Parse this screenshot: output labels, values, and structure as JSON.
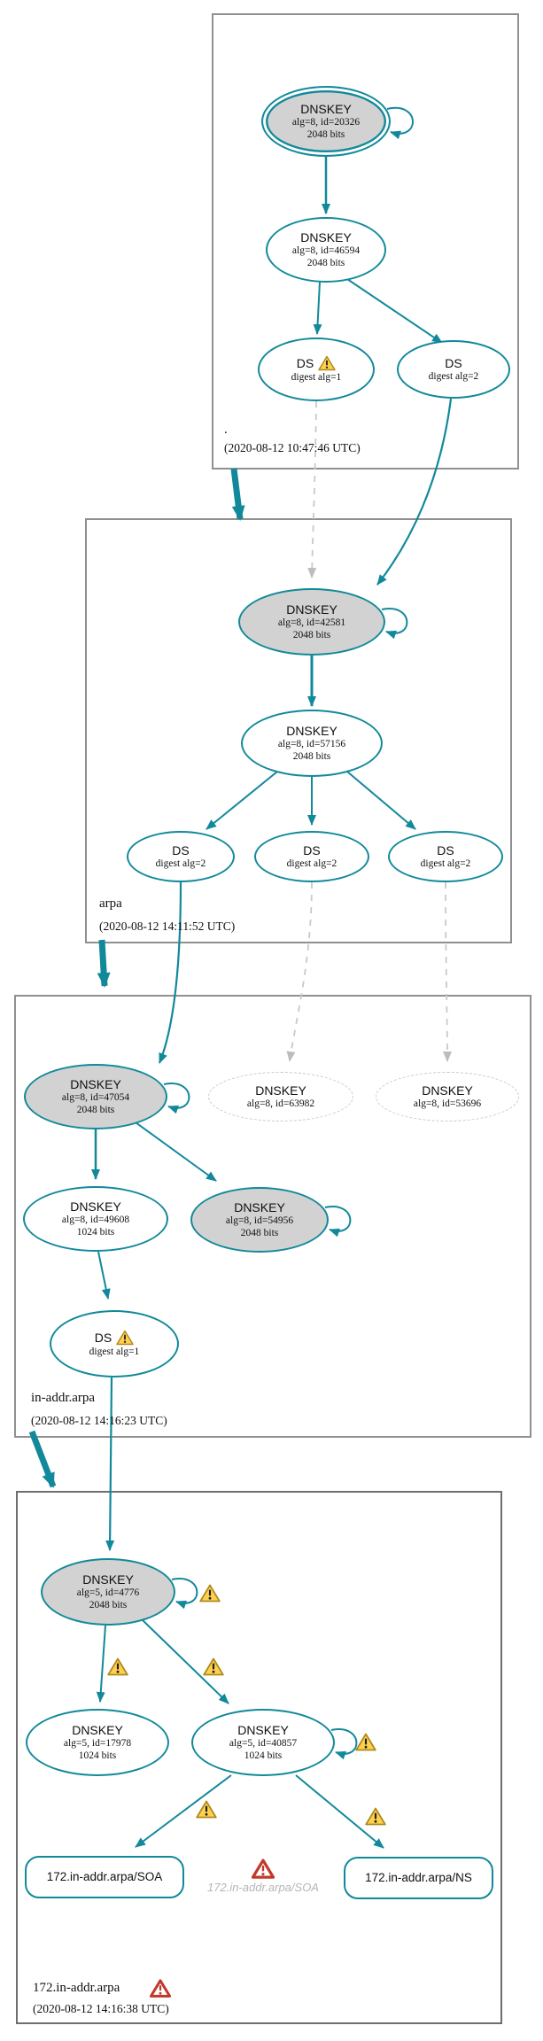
{
  "colors": {
    "teal": "#12899b",
    "sep_key_fill": "#d2d2d2",
    "dashed_gray": "#c9c9c9",
    "zone_box_border": "#909090",
    "warning_yellow": "#fdd14f",
    "error_red": "#c0392b",
    "bogus_text_gray": "#b5b5b5"
  },
  "icons": {
    "warning": "yellow-exclamation-triangle",
    "error": "red-exclamation-triangle"
  },
  "zones": [
    {
      "name": ".",
      "timestamp": "(2020-08-12 10:47:46 UTC)",
      "nodes": {
        "ksk": {
          "title": "DNSKEY",
          "alg": "alg=8, id=20326",
          "bits": "2048 bits"
        },
        "zsk": {
          "title": "DNSKEY",
          "alg": "alg=8, id=46594",
          "bits": "2048 bits"
        },
        "ds1": {
          "title": "DS",
          "alg": "digest alg=1"
        },
        "ds2": {
          "title": "DS",
          "alg": "digest alg=2"
        }
      }
    },
    {
      "name": "arpa",
      "timestamp": "(2020-08-12 14:11:52 UTC)",
      "nodes": {
        "ksk": {
          "title": "DNSKEY",
          "alg": "alg=8, id=42581",
          "bits": "2048 bits"
        },
        "zsk": {
          "title": "DNSKEY",
          "alg": "alg=8, id=57156",
          "bits": "2048 bits"
        },
        "ds1": {
          "title": "DS",
          "alg": "digest alg=2"
        },
        "ds2": {
          "title": "DS",
          "alg": "digest alg=2"
        },
        "ds3": {
          "title": "DS",
          "alg": "digest alg=2"
        }
      }
    },
    {
      "name": "in-addr.arpa",
      "timestamp": "(2020-08-12 14:16:23 UTC)",
      "nodes": {
        "ksk": {
          "title": "DNSKEY",
          "alg": "alg=8, id=47054",
          "bits": "2048 bits"
        },
        "missing1": {
          "title": "DNSKEY",
          "alg": "alg=8, id=63982"
        },
        "missing2": {
          "title": "DNSKEY",
          "alg": "alg=8, id=53696"
        },
        "zsk": {
          "title": "DNSKEY",
          "alg": "alg=8, id=49608",
          "bits": "1024 bits"
        },
        "ksk2": {
          "title": "DNSKEY",
          "alg": "alg=8, id=54956",
          "bits": "2048 bits"
        },
        "ds1": {
          "title": "DS",
          "alg": "digest alg=1"
        }
      }
    },
    {
      "name": "172.in-addr.arpa",
      "timestamp": "(2020-08-12 14:16:38 UTC)",
      "nodes": {
        "ksk": {
          "title": "DNSKEY",
          "alg": "alg=5, id=4776",
          "bits": "2048 bits"
        },
        "zsk1": {
          "title": "DNSKEY",
          "alg": "alg=5, id=17978",
          "bits": "1024 bits"
        },
        "zsk2": {
          "title": "DNSKEY",
          "alg": "alg=5, id=40857",
          "bits": "1024 bits"
        },
        "soa": {
          "label": "172.in-addr.arpa/SOA"
        },
        "soa_bogus": {
          "label": "172.in-addr.arpa/SOA"
        },
        "ns": {
          "label": "172.in-addr.arpa/NS"
        }
      }
    }
  ]
}
